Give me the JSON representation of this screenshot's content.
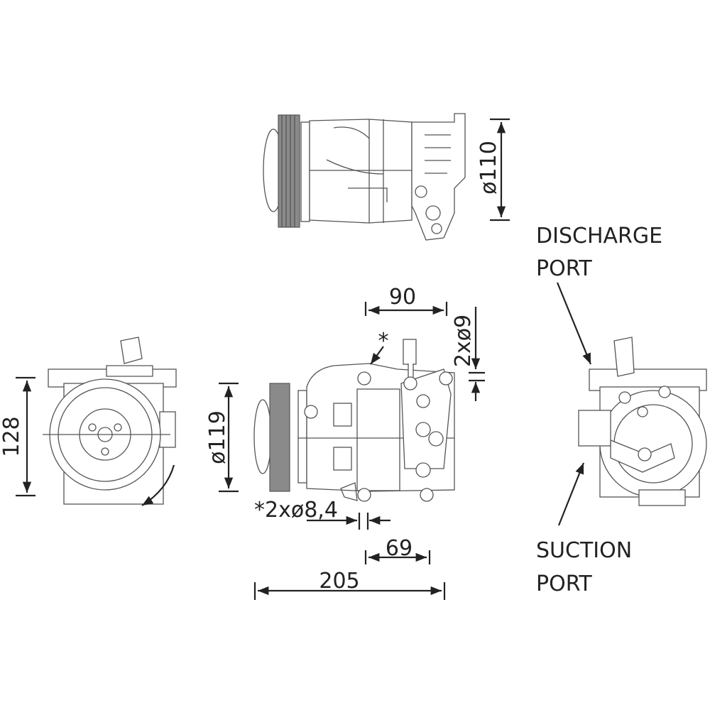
{
  "dimensions": {
    "top_diameter": "ø110",
    "top_offset": "90",
    "mount_holes_top": "2xø9",
    "asterisk": "*",
    "pulley_diameter": "ø119",
    "mount_holes_bottom": "*2xø8,4",
    "bottom_offset": "69",
    "overall_length": "205",
    "front_height": "128"
  },
  "callouts": {
    "discharge_line1": "DISCHARGE",
    "discharge_line2": "PORT",
    "suction_line1": "SUCTION",
    "suction_line2": "PORT"
  }
}
